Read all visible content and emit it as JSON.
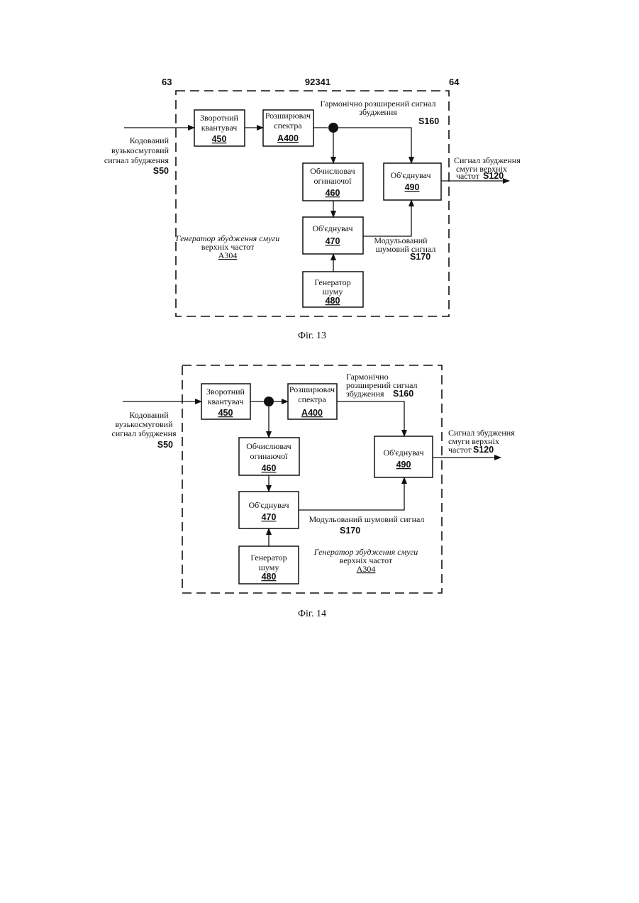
{
  "header": {
    "left_page": "63",
    "patent_number": "92341",
    "right_page": "64"
  },
  "fig13": {
    "caption": "Фіг. 13",
    "dequantizer": {
      "line1": "Зворотний",
      "line2": "квантувач",
      "num": "450"
    },
    "extender": {
      "line1": "Розширювач",
      "line2": "спектра",
      "num": "A400"
    },
    "envelope": {
      "line1": "Обчислювач",
      "line2": "огинаючої",
      "num": "460"
    },
    "combiner_noise": {
      "line1": "Об'єднувач",
      "num": "470"
    },
    "noise_gen": {
      "line1": "Генератор",
      "line2": "шуму",
      "num": "480"
    },
    "combiner_out": {
      "line1": "Об'єднувач",
      "num": "490"
    },
    "input_label": {
      "line1": "Кодований",
      "line2": "вузькосмуговий",
      "line3": "сигнал збудження",
      "sig": "S50"
    },
    "harmonic_label": {
      "line1": "Гармонічно розширений сигнал",
      "line2": "збудження",
      "sig": "S160"
    },
    "output_label": {
      "line1": "Сигнал збудження",
      "line2": "смуги верхніх",
      "line3": "частот",
      "sig": "S120"
    },
    "noise_label": {
      "line1": "Модульований",
      "line2": "шумовий сигнал",
      "sig": "S170"
    },
    "generator_label": {
      "line1": "Генератор збудження смуги",
      "line2": "верхніх частот",
      "num": "A304"
    }
  },
  "fig14": {
    "caption": "Фіг. 14",
    "dequantizer": {
      "line1": "Зворотний",
      "line2": "квантувач",
      "num": "450"
    },
    "extender": {
      "line1": "Розширювач",
      "line2": "спектра",
      "num": "A400"
    },
    "envelope": {
      "line1": "Обчислювач",
      "line2": "огинаючої",
      "num": "460"
    },
    "combiner_noise": {
      "line1": "Об'єднувач",
      "num": "470"
    },
    "noise_gen": {
      "line1": "Генератор",
      "line2": "шуму",
      "num": "480"
    },
    "combiner_out": {
      "line1": "Об'єднувач",
      "num": "490"
    },
    "input_label": {
      "line1": "Кодований",
      "line2": "вузькосмуговий",
      "line3": "сигнал збудження",
      "sig": "S50"
    },
    "harmonic_label": {
      "line1": "Гармонічно",
      "line2": "розширений сигнал",
      "line3": "збудження",
      "sig": "S160"
    },
    "output_label": {
      "line1": "Сигнал збудження",
      "line2": "смуги верхніх",
      "line3": "частот",
      "sig": "S120"
    },
    "noise_label": {
      "line1": "Модульований шумовий сигнал",
      "sig": "S170"
    },
    "generator_label": {
      "line1": "Генератор збудження смуги",
      "line2": "верхніх частот",
      "num": "A304"
    }
  }
}
